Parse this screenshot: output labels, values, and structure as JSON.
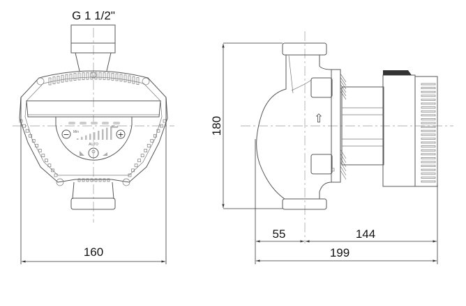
{
  "drawing": {
    "thread_label": "G 1 1/2\"",
    "dimensions": {
      "width_front": "160",
      "height": "180",
      "inlet_offset": "55",
      "motor_length": "144",
      "total_length": "199"
    },
    "control_panel": {
      "mode_label": "AUTO",
      "min_label": "Min",
      "max_label": "Max",
      "minus_symbol": "−",
      "plus_symbol": "+"
    },
    "flow_arrow": "⇧"
  }
}
